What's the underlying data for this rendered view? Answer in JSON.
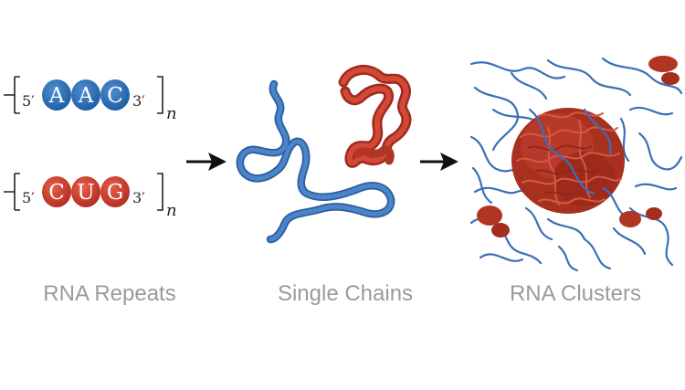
{
  "panels": {
    "repeats": {
      "caption": "RNA Repeats",
      "sequences": [
        {
          "prime5": "5′",
          "bases": [
            "A",
            "A",
            "C"
          ],
          "prime3": "3′",
          "subscript": "n",
          "color": "#2f74b8"
        },
        {
          "prime5": "5′",
          "bases": [
            "C",
            "U",
            "G"
          ],
          "prime3": "3′",
          "subscript": "n",
          "color": "#d0402e"
        }
      ]
    },
    "chains": {
      "caption": "Single Chains"
    },
    "clusters": {
      "caption": "RNA Clusters"
    }
  },
  "colors": {
    "blue_chain": "#3a6fb8",
    "red_chain": "#b8352a",
    "caption_text": "#9a9a9a",
    "arrow": "#111111"
  },
  "icons": [
    "arrow-right-icon",
    "arrow-right-icon"
  ]
}
